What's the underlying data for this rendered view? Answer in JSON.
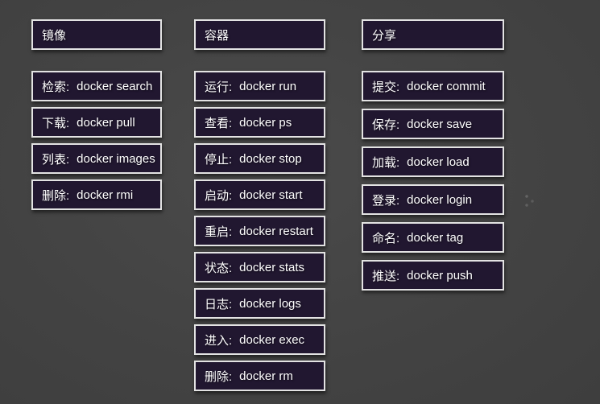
{
  "colors": {
    "background": "#434343",
    "box_fill": "#211730",
    "box_border": "#e3e3e3",
    "text": "#ffffff"
  },
  "columns": [
    {
      "header": "镜像",
      "items": [
        {
          "label": "检索:",
          "command": "docker search"
        },
        {
          "label": "下载:",
          "command": "docker pull"
        },
        {
          "label": "列表:",
          "command": "docker images"
        },
        {
          "label": "删除:",
          "command": "docker rmi"
        }
      ]
    },
    {
      "header": "容器",
      "items": [
        {
          "label": "运行:",
          "command": "docker run"
        },
        {
          "label": "查看:",
          "command": "docker ps"
        },
        {
          "label": "停止:",
          "command": "docker stop"
        },
        {
          "label": "启动:",
          "command": "docker start"
        },
        {
          "label": "重启:",
          "command": "docker restart"
        },
        {
          "label": "状态:",
          "command": "docker stats"
        },
        {
          "label": "日志:",
          "command": "docker logs"
        },
        {
          "label": "进入:",
          "command": "docker exec"
        },
        {
          "label": "删除:",
          "command": "docker rm"
        }
      ]
    },
    {
      "header": "分享",
      "items": [
        {
          "label": "提交:",
          "command": "docker commit"
        },
        {
          "label": "保存:",
          "command": "docker save"
        },
        {
          "label": "加载:",
          "command": "docker load"
        },
        {
          "label": "登录:",
          "command": "docker login"
        },
        {
          "label": "命名:",
          "command": "docker tag"
        },
        {
          "label": "推送:",
          "command": "docker push"
        }
      ]
    }
  ]
}
